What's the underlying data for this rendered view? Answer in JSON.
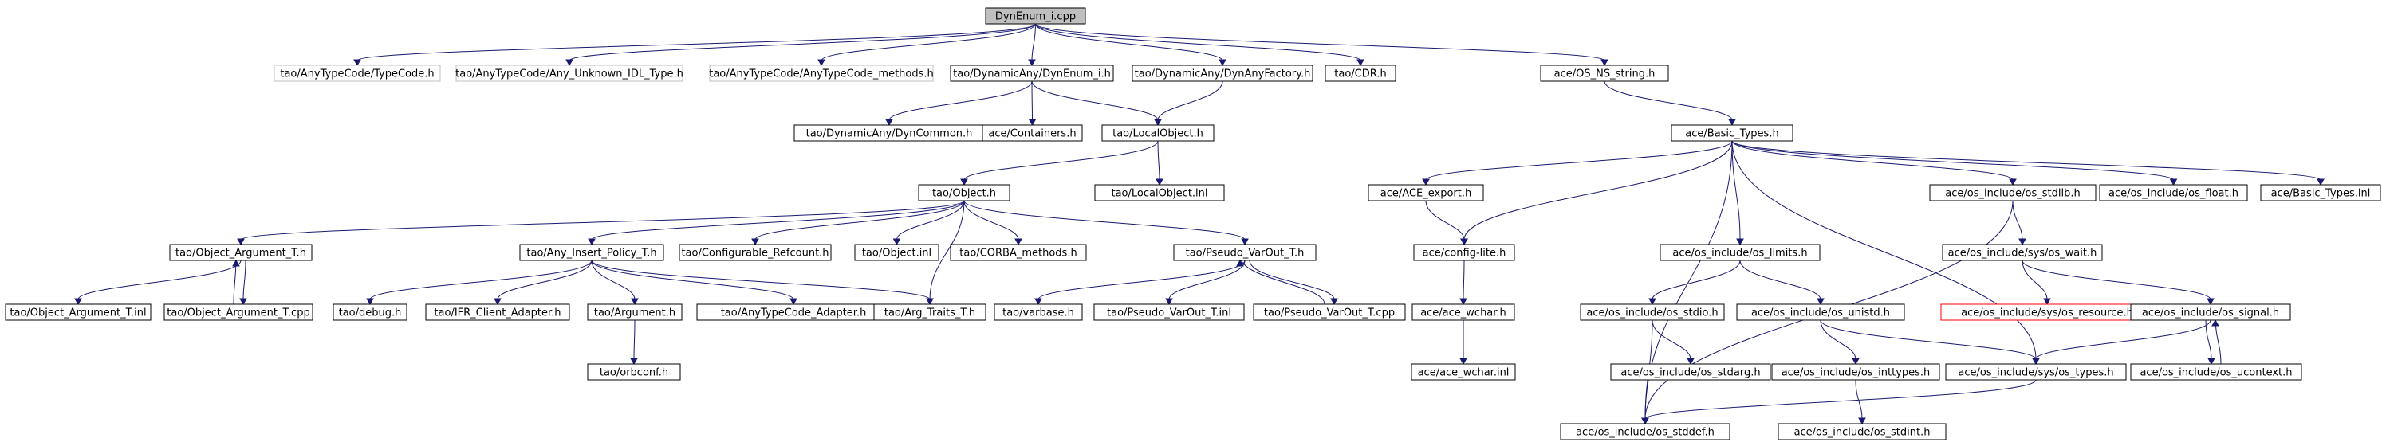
{
  "graph": {
    "root": "DynEnum_i.cpp",
    "nodes": {
      "root": "DynEnum_i.cpp",
      "tc_typecode": "tao/AnyTypeCode/TypeCode.h",
      "tc_unknown": "tao/AnyTypeCode/Any_Unknown_IDL_Type.h",
      "tc_methods": "tao/AnyTypeCode/AnyTypeCode_methods.h",
      "dynenum_h": "tao/DynamicAny/DynEnum_i.h",
      "dynanyfactory": "tao/DynamicAny/DynAnyFactory.h",
      "cdr": "tao/CDR.h",
      "os_ns_string": "ace/OS_NS_string.h",
      "dyncommon": "tao/DynamicAny/DynCommon.h",
      "containers": "ace/Containers.h",
      "localobject_h": "tao/LocalObject.h",
      "basic_types": "ace/Basic_Types.h",
      "object_h": "tao/Object.h",
      "localobject_inl": "tao/LocalObject.inl",
      "ace_export": "ace/ACE_export.h",
      "os_stdlib": "ace/os_include/os_stdlib.h",
      "os_float": "ace/os_include/os_float.h",
      "basic_types_inl": "ace/Basic_Types.inl",
      "obj_arg_h": "tao/Object_Argument_T.h",
      "any_insert": "tao/Any_Insert_Policy_T.h",
      "configurable_refcount": "tao/Configurable_Refcount.h",
      "object_inl": "tao/Object.inl",
      "corba_methods": "tao/CORBA_methods.h",
      "pseudo_h": "tao/Pseudo_VarOut_T.h",
      "config_lite": "ace/config-lite.h",
      "os_limits": "ace/os_include/os_limits.h",
      "os_wait": "ace/os_include/sys/os_wait.h",
      "obj_arg_inl": "tao/Object_Argument_T.inl",
      "obj_arg_cpp": "tao/Object_Argument_T.cpp",
      "debug": "tao/debug.h",
      "ifr_client": "tao/IFR_Client_Adapter.h",
      "argument": "tao/Argument.h",
      "anytypecode_adapter": "tao/AnyTypeCode_Adapter.h",
      "arg_traits": "tao/Arg_Traits_T.h",
      "varbase": "tao/varbase.h",
      "pseudo_inl": "tao/Pseudo_VarOut_T.inl",
      "pseudo_cpp": "tao/Pseudo_VarOut_T.cpp",
      "ace_wchar_h": "ace/ace_wchar.h",
      "os_stdio": "ace/os_include/os_stdio.h",
      "os_unistd": "ace/os_include/os_unistd.h",
      "os_resource": "ace/os_include/sys/os_resource.h",
      "os_signal": "ace/os_include/os_signal.h",
      "orbconf": "tao/orbconf.h",
      "ace_wchar_inl": "ace/ace_wchar.inl",
      "os_stdarg": "ace/os_include/os_stdarg.h",
      "os_inttypes": "ace/os_include/os_inttypes.h",
      "os_types": "ace/os_include/sys/os_types.h",
      "os_ucontext": "ace/os_include/os_ucontext.h",
      "os_stddef": "ace/os_include/os_stddef.h",
      "os_stdint": "ace/os_include/os_stdint.h"
    },
    "colors": {
      "edge": "#191970",
      "root_fill": "#bfbfbf",
      "gray_border": "#bfbfbf",
      "red_border": "#ff0000",
      "node_border": "#000000"
    }
  }
}
